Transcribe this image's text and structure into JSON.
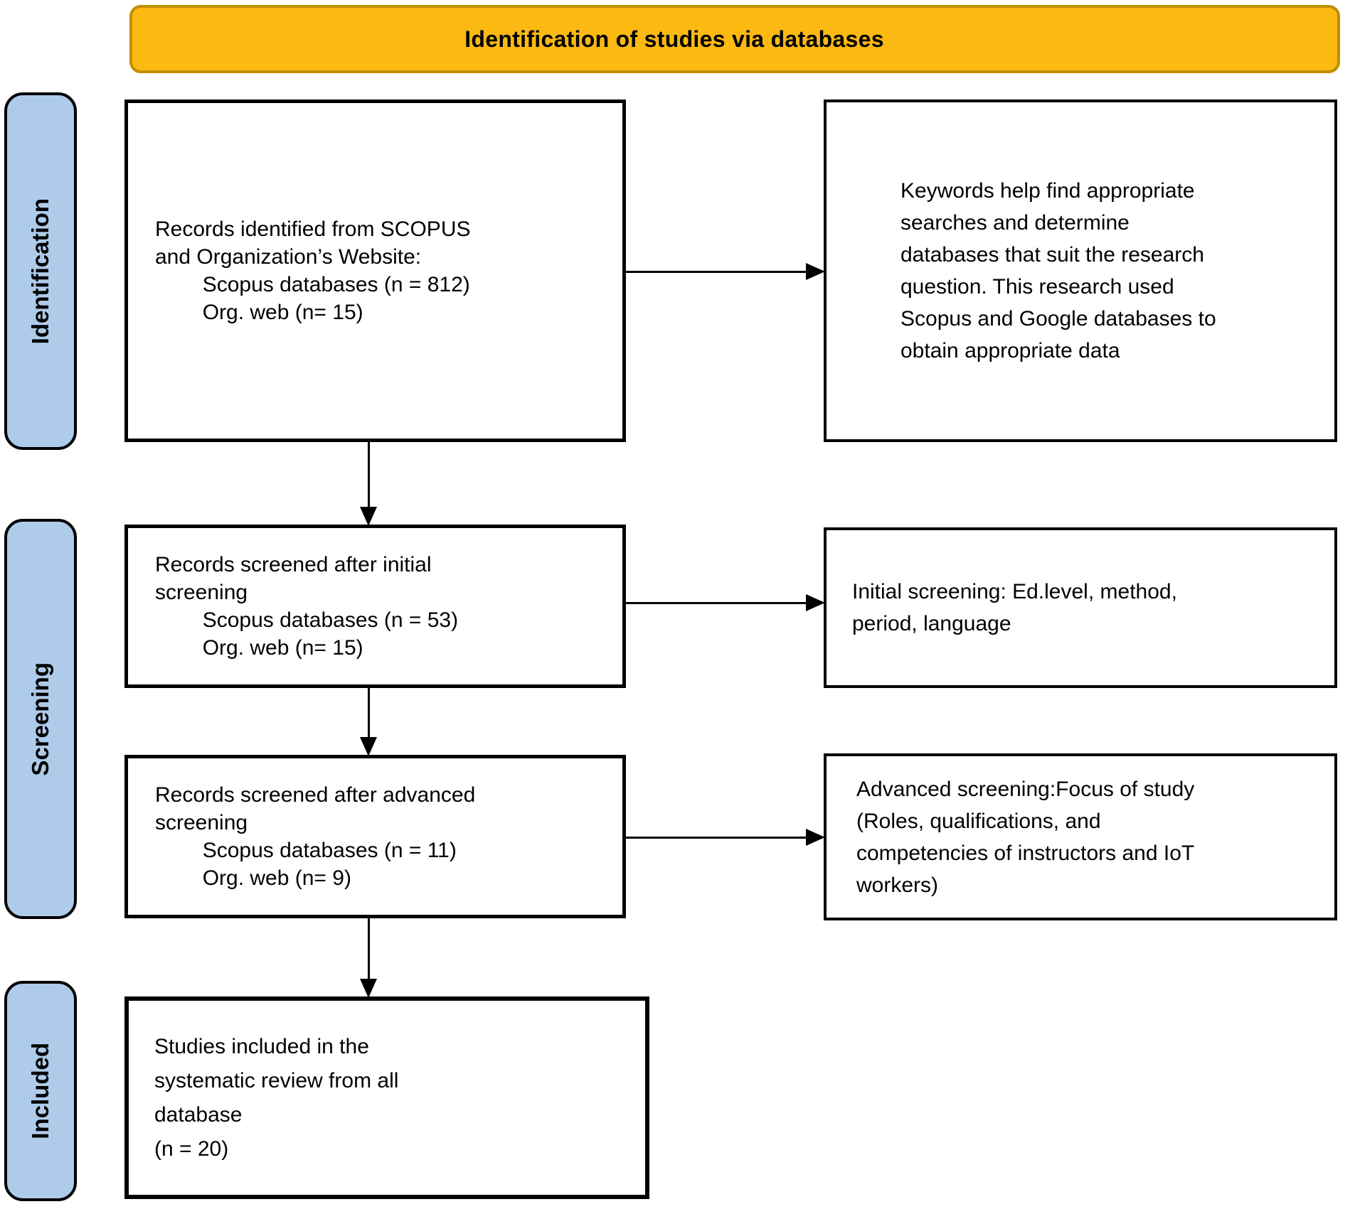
{
  "banner": {
    "title": "Identification of studies via databases"
  },
  "stages": [
    {
      "label": "Identification"
    },
    {
      "label": "Screening"
    },
    {
      "label": "Included"
    }
  ],
  "boxes": {
    "records_identified": "Records identified from SCOPUS\nand Organization’s Website:\n        Scopus databases (n = 812)\n        Org. web (n= 15)",
    "keywords_note": "Keywords help find appropriate\nsearches and determine\ndatabases that suit the research\nquestion. This research used\nScopus and Google databases to\nobtain appropriate data",
    "initial_screening_records": "Records screened after initial\nscreening\n        Scopus databases (n = 53)\n        Org. web (n= 15)",
    "initial_screening_criteria": "Initial screening: Ed.level, method,\nperiod, language",
    "advanced_screening_records": "Records screened after advanced\nscreening\n        Scopus databases (n = 11)\n        Org. web (n= 9)",
    "advanced_screening_criteria": "Advanced screening:Focus of study\n(Roles, qualifications, and\ncompetencies of instructors and IoT\nworkers)",
    "included_studies": "Studies included in the\nsystematic review from all\ndatabase\n(n = 20)"
  },
  "colors": {
    "banner_fill": "#FBB912",
    "banner_border": "#BF8F00",
    "stage_fill": "#AECBEA",
    "box_border": "#000000"
  }
}
